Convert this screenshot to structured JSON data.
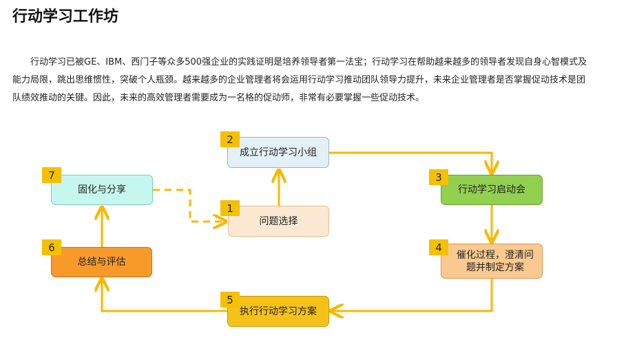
{
  "page": {
    "title": "行动学习工作坊",
    "paragraph": "行动学习已被GE、IBM、西门子等众多500强企业的实践证明是培养领导者第一法宝；行动学习在帮助越来越多的领导者发现自身心智模式及能力局限，跳出思维惯性，突破个人瓶颈。越来越多的企业管理者将会运用行动学习推动团队领导力提升，未来企业管理者是否掌握促动技术是团队绩效推动的关键。因此，未来的高效管理者需要成为一名格的促动师，非常有必要掌握一些促动技术。"
  },
  "steps": [
    {
      "num": "1",
      "label": "问题选择",
      "fill": "#fde9d3",
      "border": "#e8b98a"
    },
    {
      "num": "2",
      "label": "成立行动学习小组",
      "fill": "#e3f1f6",
      "border": "#8fb6c4"
    },
    {
      "num": "3",
      "label": "行动学习启动会",
      "fill": "#92d050",
      "border": "#6a9f33"
    },
    {
      "num": "4",
      "label": "催化过程，澄清问题并制定方案",
      "fill": "#fac98f",
      "border": "#d8954e"
    },
    {
      "num": "5",
      "label": "执行行动学习方案",
      "fill": "#f6c21a",
      "border": "#c99700"
    },
    {
      "num": "6",
      "label": "总结与评估",
      "fill": "#f79a2a",
      "border": "#c9731a"
    },
    {
      "num": "7",
      "label": "固化与分享",
      "fill": "#c6f7ee",
      "border": "#7fc9bc"
    }
  ],
  "colors": {
    "arrow": "#f6b900",
    "badge": "#f5c000"
  }
}
